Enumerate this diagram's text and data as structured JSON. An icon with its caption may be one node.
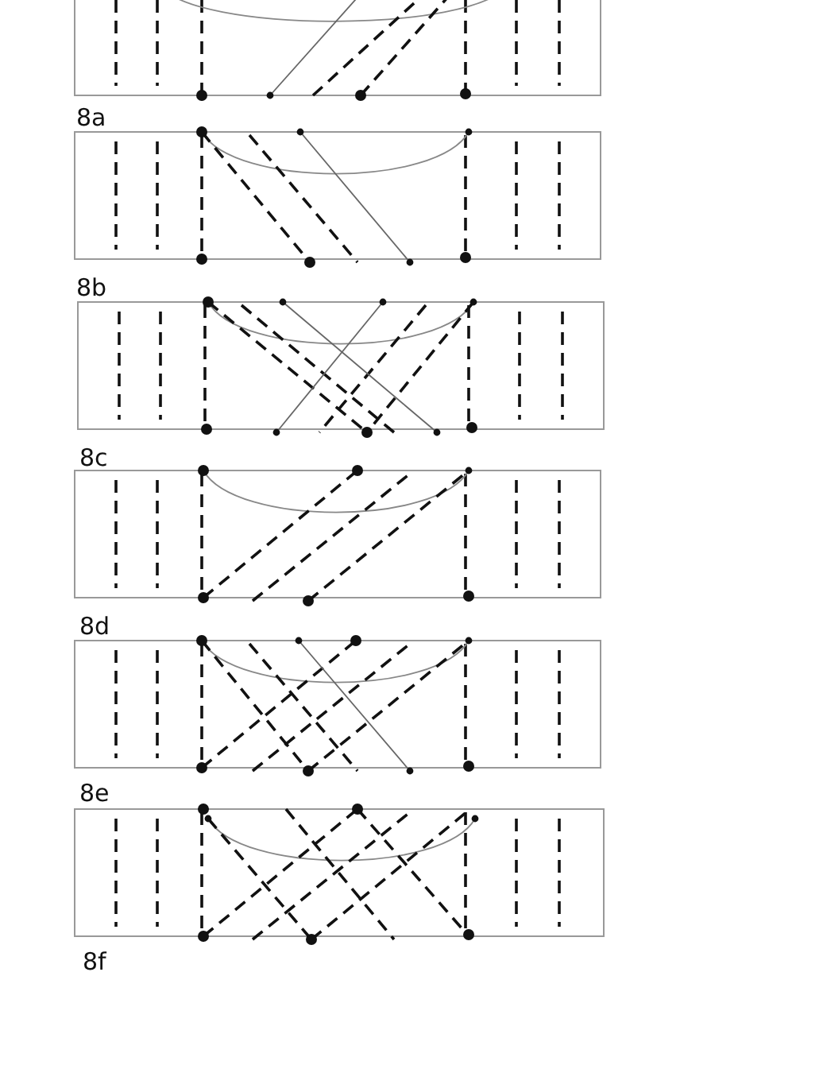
{
  "diagram": {
    "labels": [
      "8a",
      "8b",
      "8c",
      "8d",
      "8e",
      "8f"
    ]
  }
}
